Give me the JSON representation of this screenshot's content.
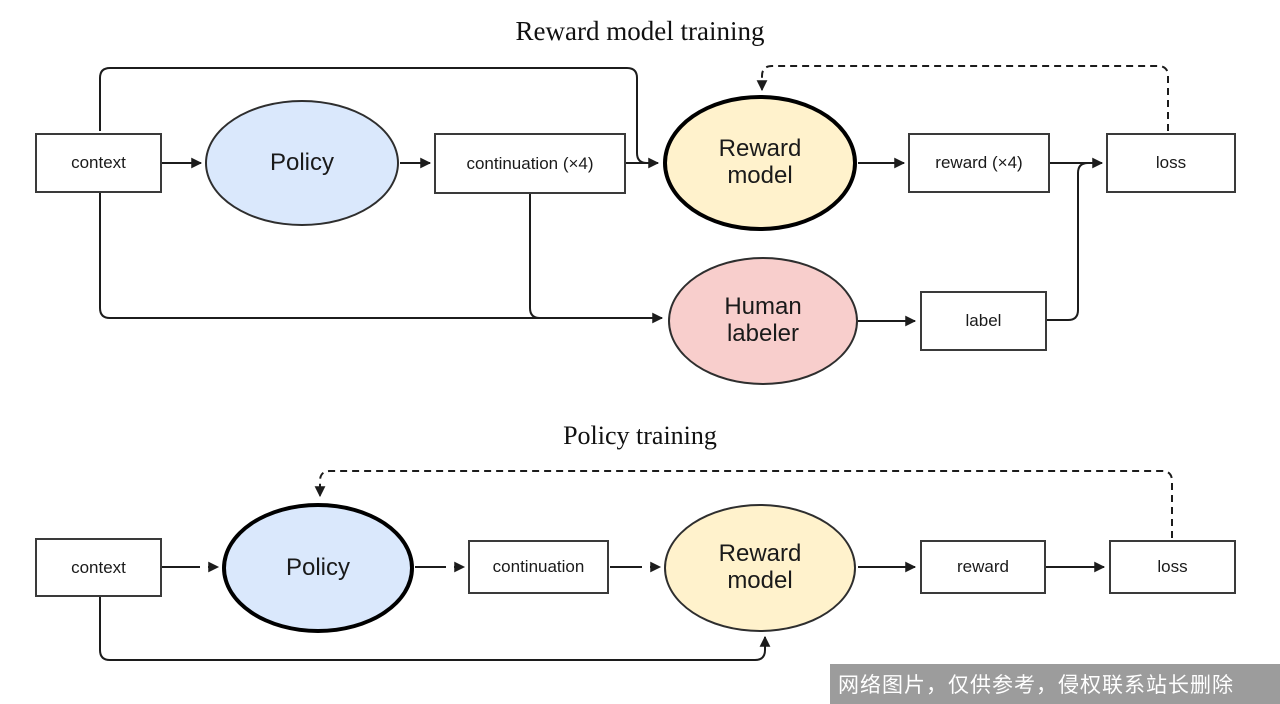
{
  "diagrams": [
    {
      "title": "Reward model training",
      "nodes": {
        "context": "context",
        "policy": "Policy",
        "continuation": "continuation (×4)",
        "reward_model": "Reward model",
        "reward": "reward (×4)",
        "loss": "loss",
        "human_labeler": "Human labeler",
        "label": "label"
      }
    },
    {
      "title": "Policy training",
      "nodes": {
        "context": "context",
        "policy": "Policy",
        "continuation": "continuation",
        "reward_model": "Reward model",
        "reward": "reward",
        "loss": "loss"
      }
    }
  ],
  "watermark": {
    "text": "网络图片，仅供参考，侵权联系站长删除"
  },
  "colors": {
    "policy_fill": "#dae8fc",
    "reward_model_fill": "#fff2cc",
    "human_labeler_fill": "#f8cecc",
    "edge": "#1c1c1c",
    "node_border": "#3a3a3a",
    "highlight_border": "#000000",
    "watermark_bg": "#808080",
    "watermark_text": "#ffffff"
  }
}
